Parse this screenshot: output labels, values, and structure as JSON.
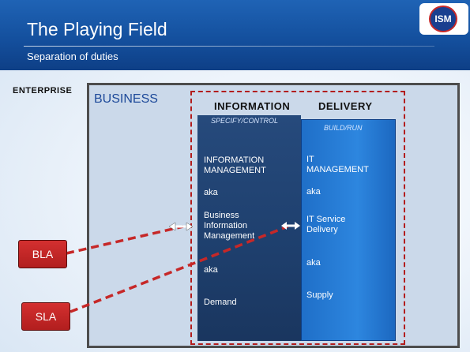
{
  "header": {
    "title": "The Playing Field",
    "subtitle": "Separation of duties",
    "logo_text": "ISM"
  },
  "diagram": {
    "enterprise_label": "ENTERPRISE",
    "business_label": "BUSINESS",
    "information_header": "INFORMATION",
    "delivery_header": "DELIVERY",
    "left_column": {
      "subheader": "SPECIFY/CONTROL",
      "items": [
        "INFORMATION\nMANAGEMENT",
        "aka",
        "Business\nInformation\nManagement",
        "aka",
        "Demand"
      ]
    },
    "right_column": {
      "subheader": "BUILD/RUN",
      "items": [
        "IT\nMANAGEMENT",
        "aka",
        "IT Service\nDelivery",
        "aka",
        "Supply"
      ]
    },
    "agreements": [
      "BLA",
      "SLA"
    ]
  },
  "colors": {
    "header_blue": "#14509e",
    "left_column": "#1e3f6d",
    "right_column": "#2d86df",
    "agreement_red": "#c62828",
    "dashed_frame": "#b31d1d"
  }
}
